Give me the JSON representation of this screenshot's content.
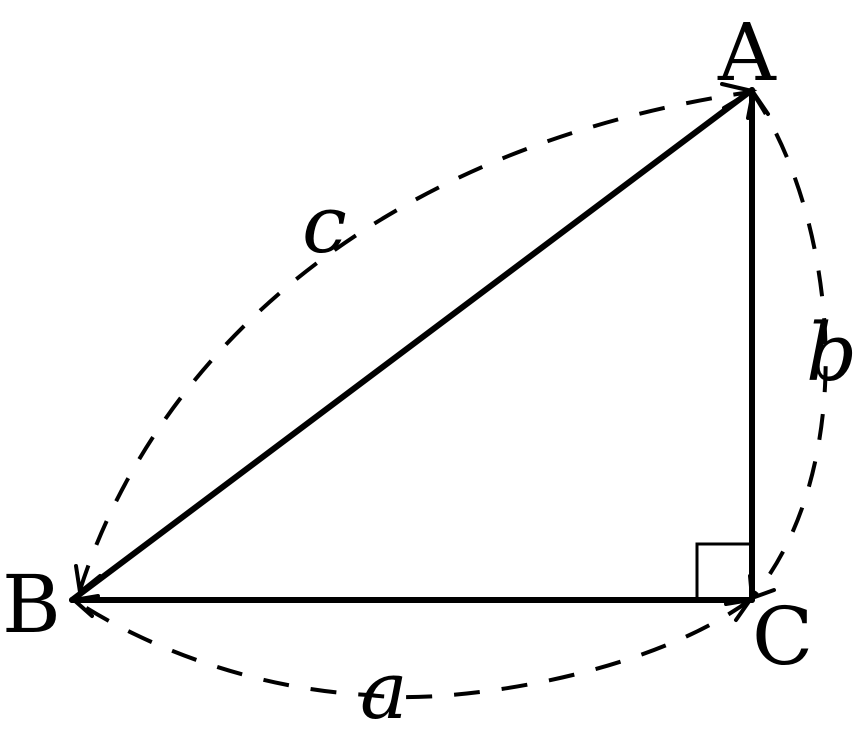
{
  "diagram": {
    "vertices": {
      "a": "A",
      "b": "B",
      "c": "C"
    },
    "sides": {
      "a": "a",
      "b": "b",
      "c": "c"
    },
    "right_angle_at": "C"
  }
}
